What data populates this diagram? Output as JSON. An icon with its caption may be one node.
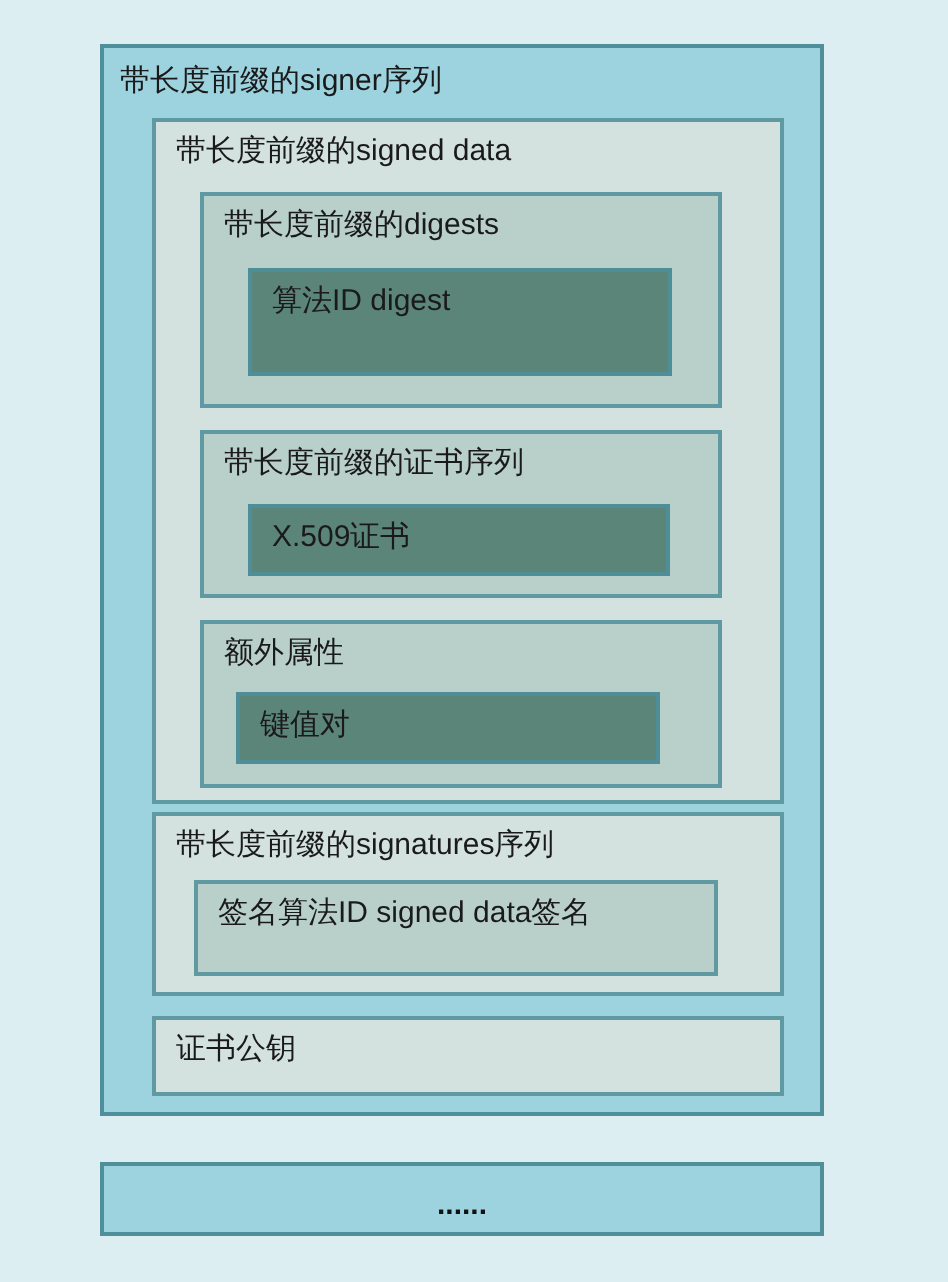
{
  "diagram": {
    "nodes": [
      {
        "text": [
          "带长度前缀的signer序列"
        ]
      },
      {
        "text": [
          "带长度前缀的signed data"
        ],
        "in": 0
      },
      {
        "text": [
          "带长度前缀的digests"
        ],
        "in": 1
      },
      {
        "text": [
          "算法ID digest"
        ],
        "in": 2
      },
      {
        "text": [
          "带长度前缀的证书序列"
        ],
        "in": 1
      },
      {
        "text": [
          "X.509证书"
        ],
        "in": 4
      },
      {
        "text": [
          "额外属性"
        ],
        "in": 1
      },
      {
        "text": [
          "键值对"
        ],
        "in": 6
      },
      {
        "text": [
          "带长度前缀的signatures序列"
        ],
        "in": 0
      },
      {
        "text": [
          "签名算法ID signed data签名"
        ],
        "in": 8
      },
      {
        "text": [
          "证书公钥"
        ],
        "in": 0
      },
      {
        "text": [
          "......"
        ]
      }
    ]
  }
}
